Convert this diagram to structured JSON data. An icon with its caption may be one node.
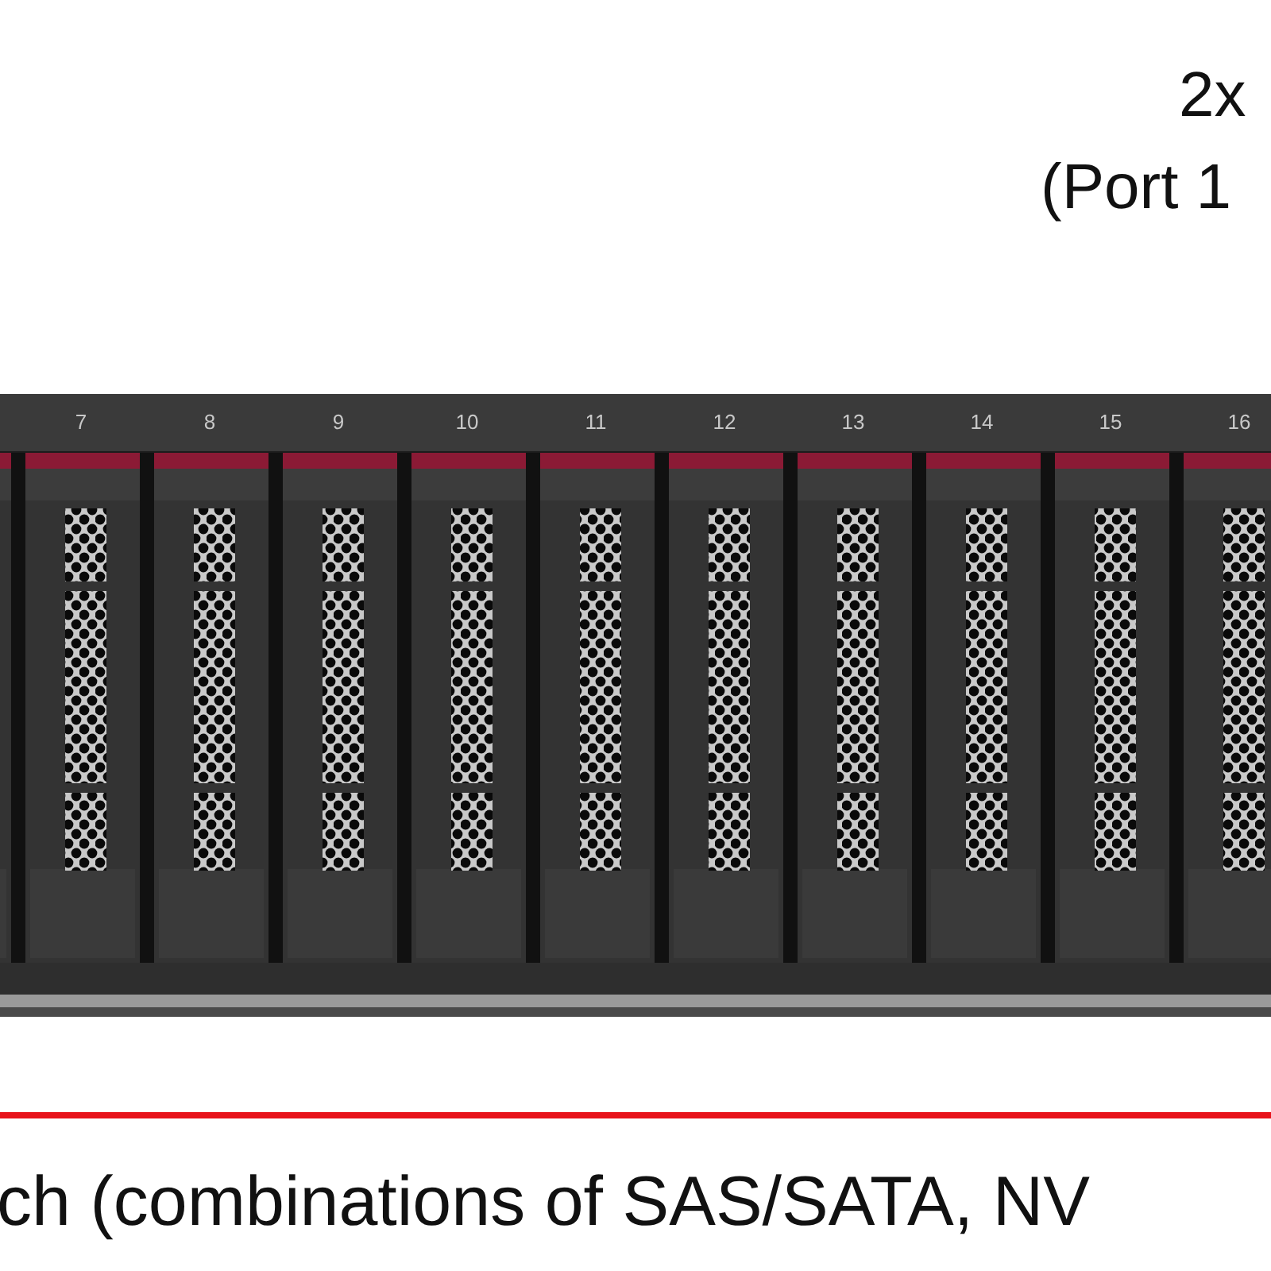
{
  "diagram": {
    "labels": [
      "2x",
      "(Port 1",
      "7",
      "8",
      "9",
      "10",
      "11",
      "12",
      "13",
      "14",
      "15",
      "16",
      "ch (combinations of SAS/SATA, NV"
    ]
  }
}
